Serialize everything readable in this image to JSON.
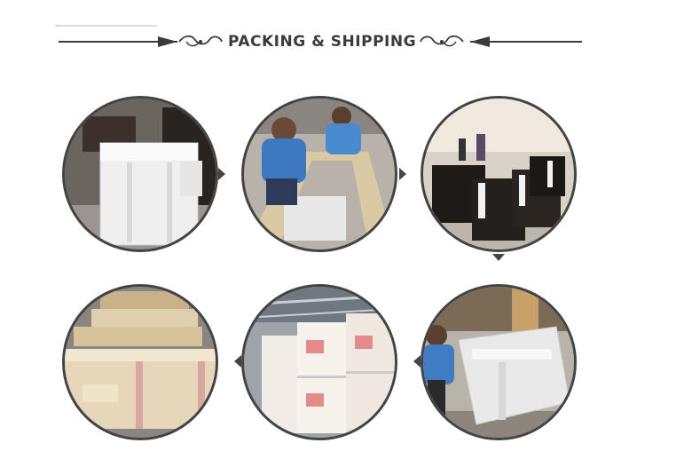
{
  "header": {
    "title": "PACKING & SHIPPING"
  },
  "photos": [
    {
      "subject": "stacked white foam-wrapped furniture boxes in warehouse"
    },
    {
      "subject": "workers in blue shirts packing a cabinet frame"
    },
    {
      "subject": "dark vanity cabinets with foam corner protectors in factory"
    },
    {
      "subject": "stacked wooden shipping crates"
    },
    {
      "subject": "warehouse stacked cardboard shipping cartons"
    },
    {
      "subject": "worker wrapping cabinet in plastic film"
    }
  ]
}
